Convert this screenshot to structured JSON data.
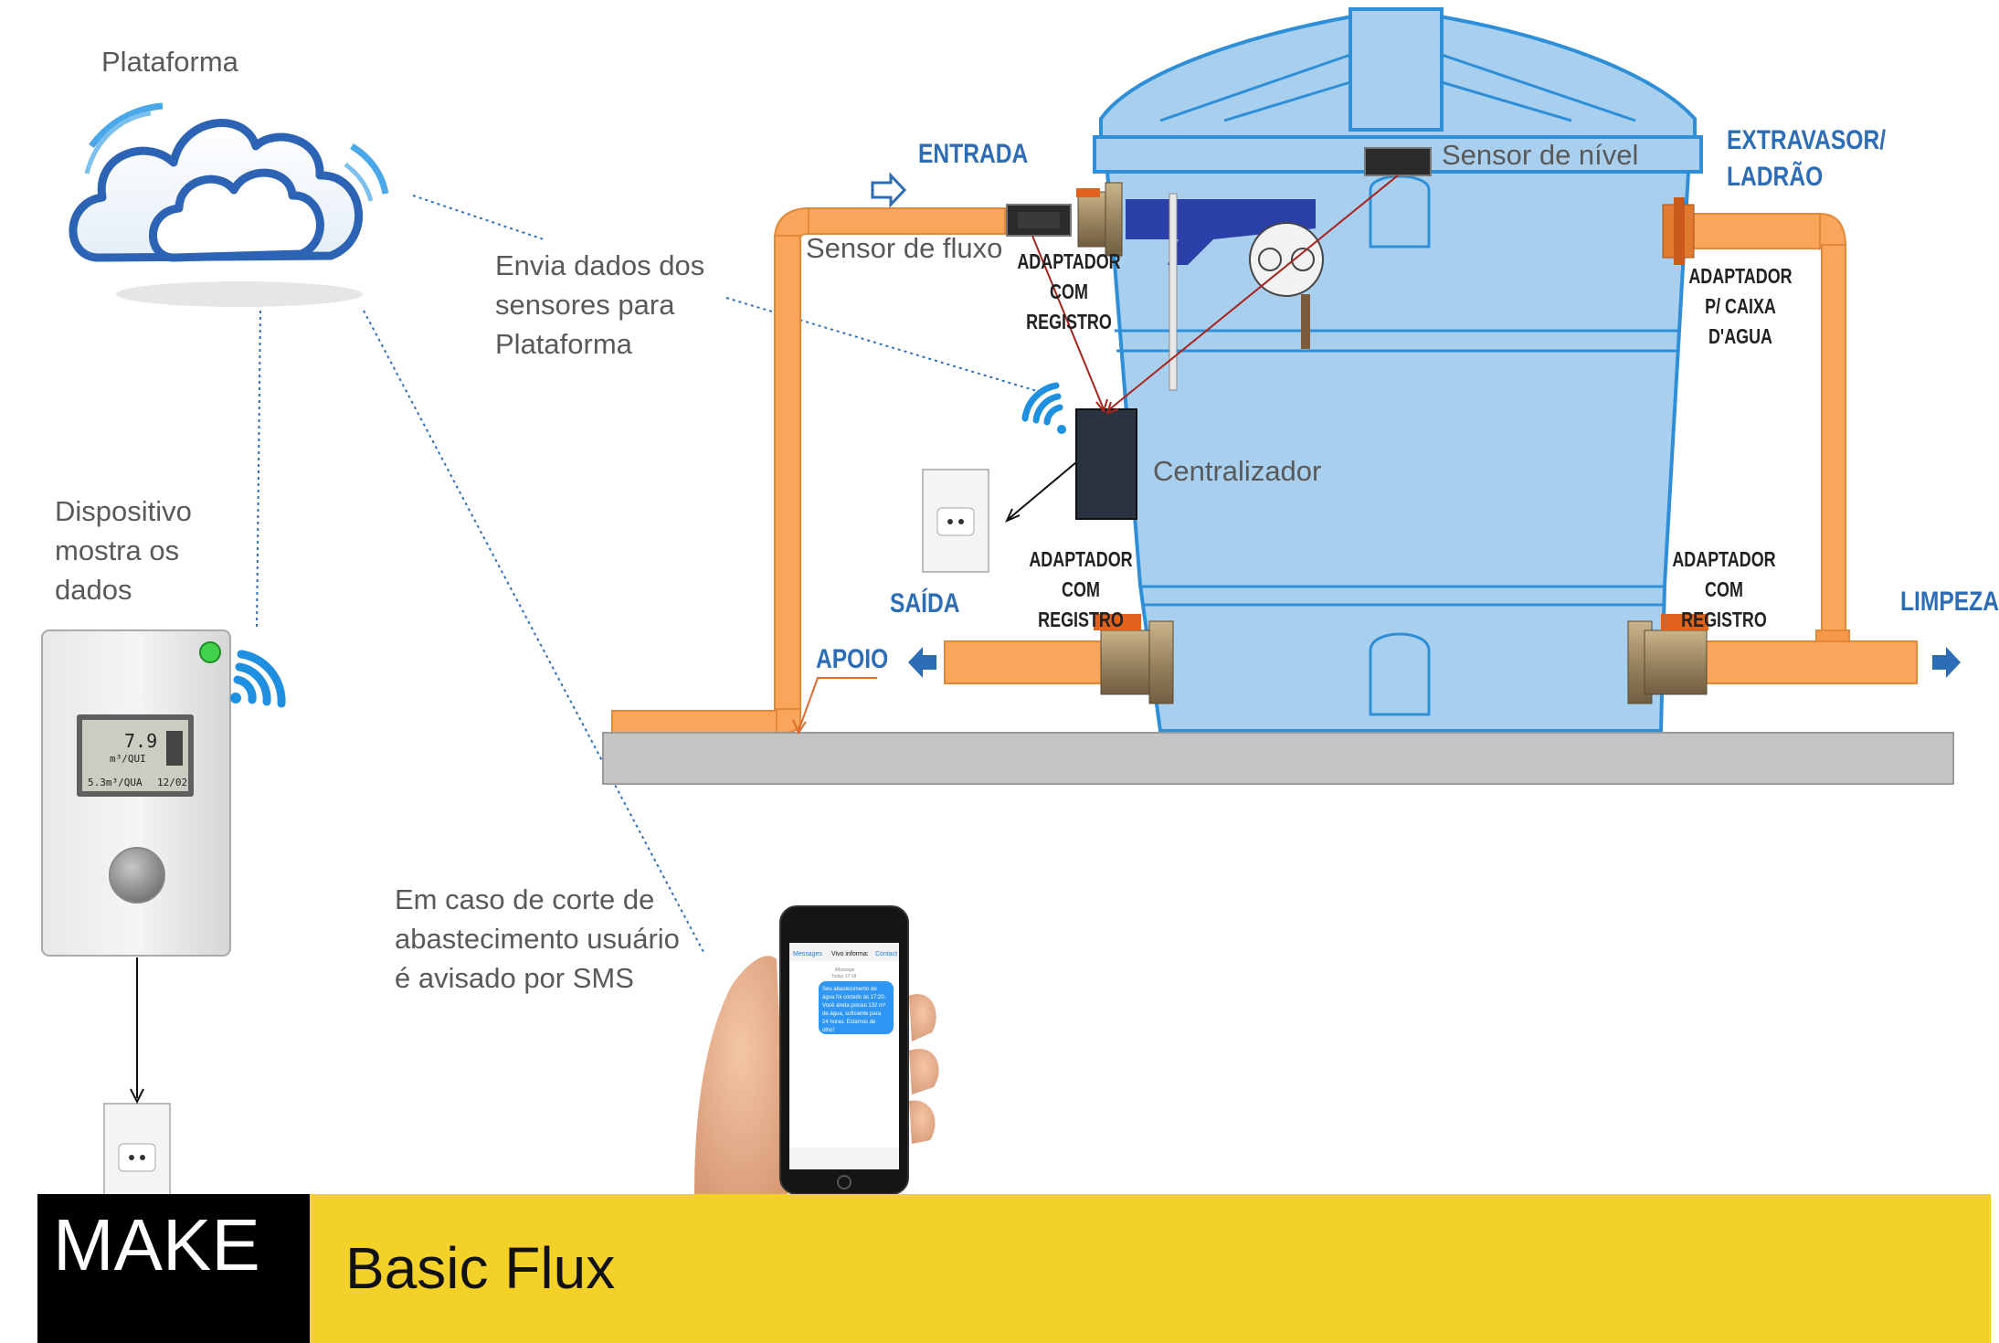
{
  "labels": {
    "platform": "Plataforma",
    "sends_data": [
      "Envia dados dos",
      "sensores para",
      "Plataforma"
    ],
    "device_shows": [
      "Dispositivo",
      "mostra os",
      "dados"
    ],
    "sms_notice": [
      "Em caso de corte de",
      "abastecimento usuário",
      "é avisado por SMS"
    ],
    "flow_sensor": "Sensor de fluxo",
    "level_sensor": "Sensor de nível",
    "centralizer": "Centralizador"
  },
  "tank_labels": {
    "entrada": "ENTRADA",
    "extravasor": [
      "EXTRAVASOR/",
      "LADRÃO"
    ],
    "saida": "SAÍDA",
    "apoio": "APOIO",
    "limpeza": "LIMPEZA",
    "adapter_register_top": [
      "ADAPTADOR",
      "COM REGISTRO"
    ],
    "adapter_tank": [
      "ADAPTADOR",
      "P/ CAIXA D'AGUA"
    ],
    "adapter_register_left": [
      "ADAPTADOR",
      "COM REGISTRO"
    ],
    "adapter_register_right": [
      "ADAPTADOR",
      "COM REGISTRO"
    ]
  },
  "device_display": {
    "main_value": "7.9",
    "main_unit": "m³/QUI",
    "bottom_left": "5.3m³/QUA",
    "bottom_right": "12/02"
  },
  "phone": {
    "back": "Messages",
    "title": "Vivo informa:",
    "action": "Contact",
    "meta": [
      "iMessage",
      "Today 17:18"
    ],
    "message": [
      "Seu abastecimento de",
      "água foi cortado às 17:20.",
      "Você ainda possui 132 m³",
      "de água, suficiente para",
      "24 horas. Estamos de",
      "olho!"
    ]
  },
  "footer": {
    "brand": "MAKE",
    "title": "Basic Flux"
  },
  "colors": {
    "pipe": "#f9a55b",
    "tank": "#a9cfee",
    "tank_stroke": "#2e8fd8",
    "footer_yellow": "#f4d128",
    "label_blue": "#2d6db5",
    "wifi_blue": "#1f8fe0"
  }
}
